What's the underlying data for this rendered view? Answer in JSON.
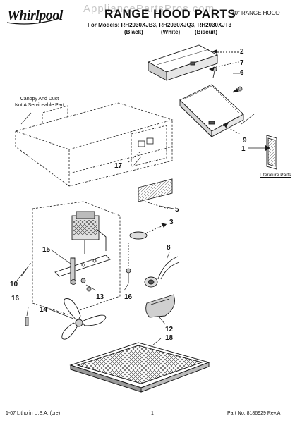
{
  "header": {
    "brand": "Whirlpool",
    "watermark": "AppliancePartsPros.com",
    "title": "RANGE HOOD PARTS",
    "hood_size": "30\" RANGE HOOD",
    "models_line": "For Models: RH2030XJB3, RH2030XJQ3, RH2030XJT3",
    "finishes": [
      "(Black)",
      "(White)",
      "(Biscuit)"
    ]
  },
  "notes": {
    "canopy_line1": "Canopy And Duct",
    "canopy_line2": "Not A Serviceable Part",
    "literature": "Literature Parts"
  },
  "callouts": [
    "2",
    "7",
    "6",
    "9",
    "1",
    "17",
    "5",
    "3",
    "8",
    "15",
    "10",
    "13",
    "16",
    "16",
    "14",
    "12",
    "18"
  ],
  "footer": {
    "left": "1-07 Litho in U.S.A. (cre)",
    "center": "1",
    "right": "Part No. 8186929 Rev.A"
  },
  "colors": {
    "line": "#1a1a1a",
    "fill": "#ffffff",
    "shade": "#cfcfcf",
    "dark": "#555555"
  }
}
